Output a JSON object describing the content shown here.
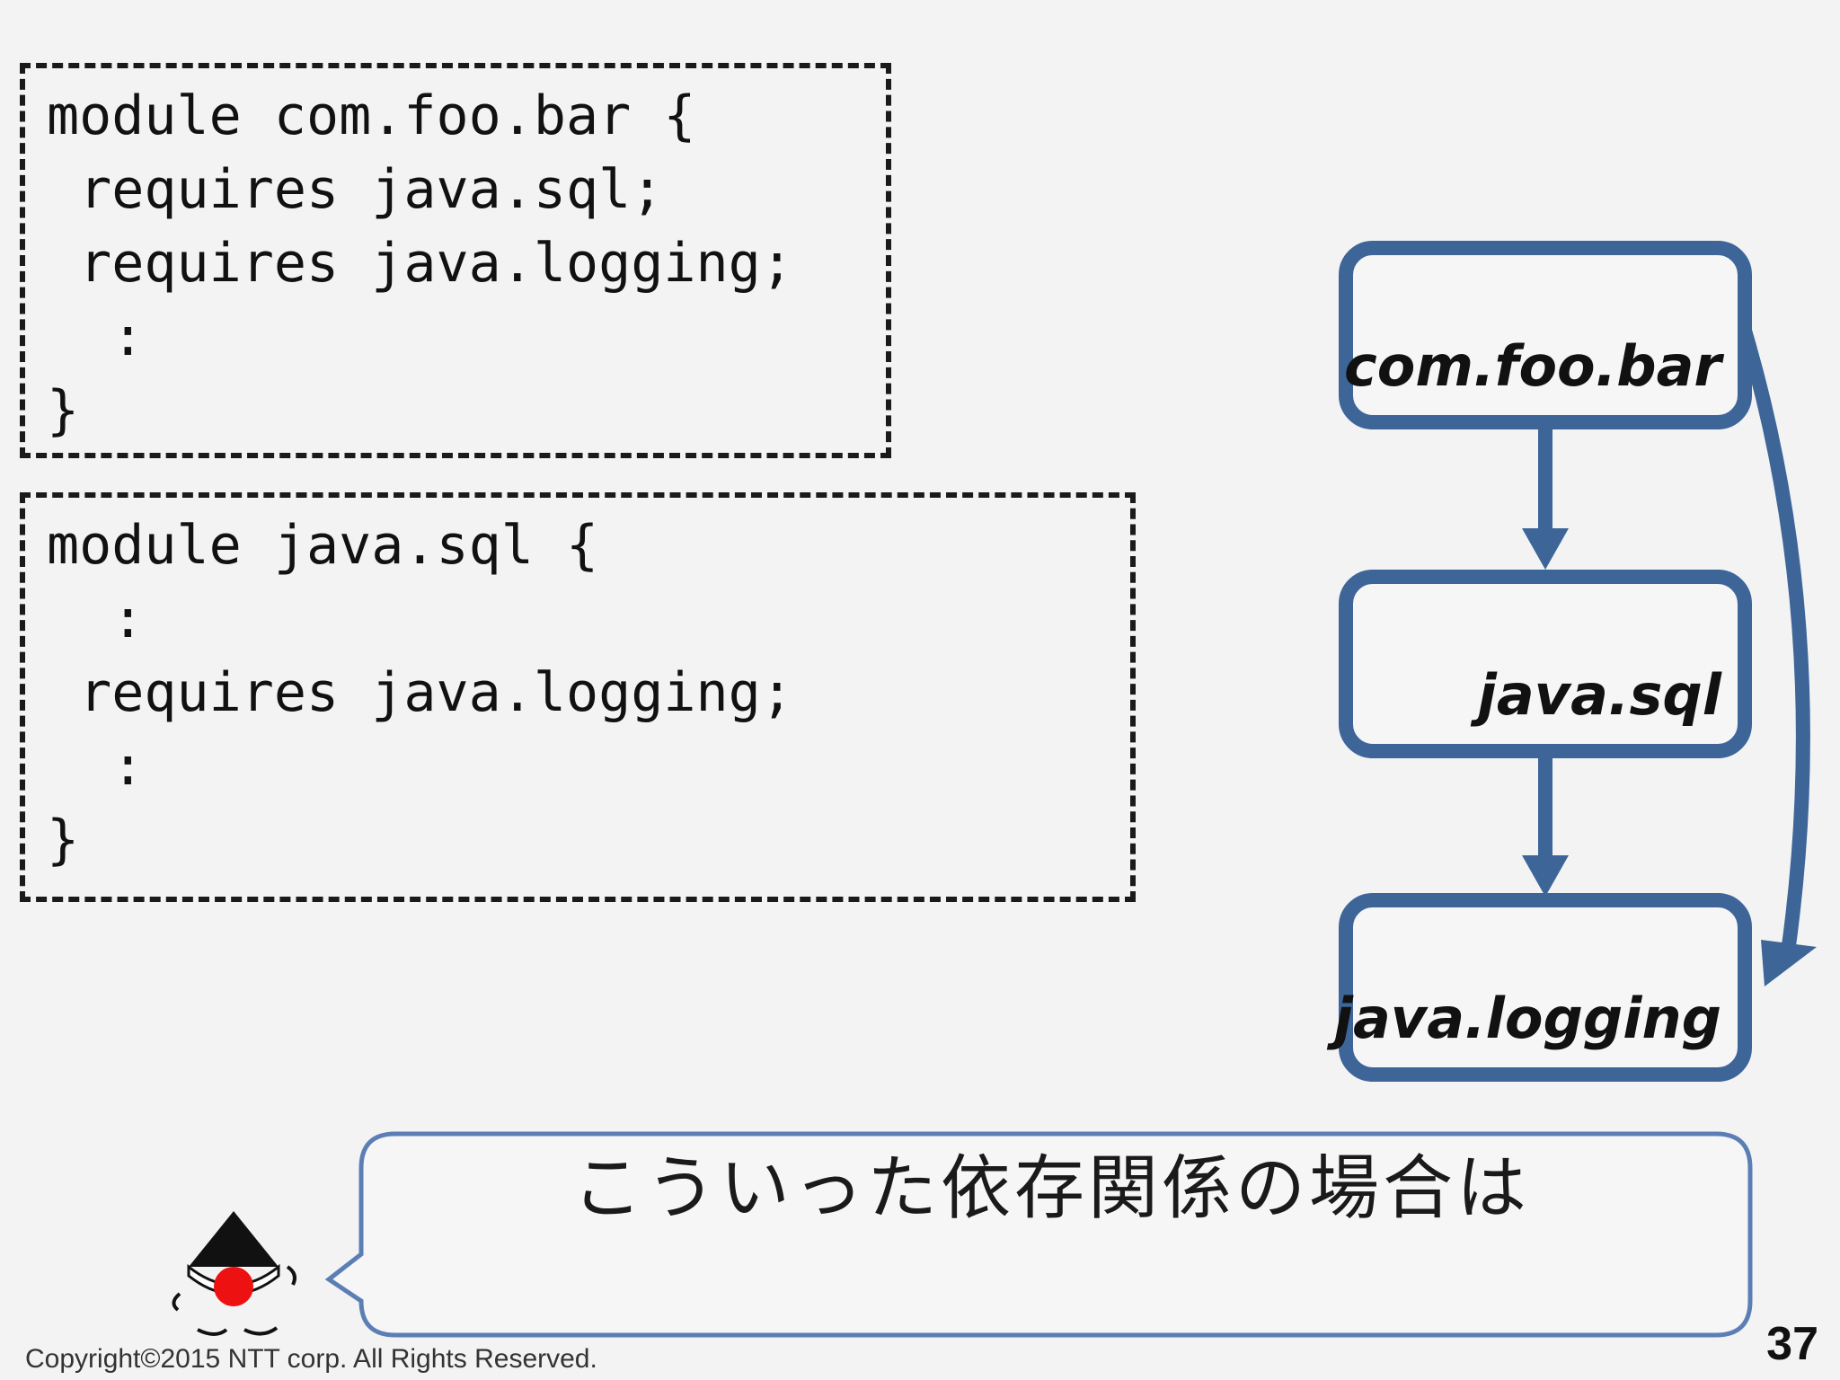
{
  "code_block_1": {
    "lines": [
      "module com.foo.bar {",
      " requires java.sql;",
      " requires java.logging;",
      "  :",
      "}"
    ]
  },
  "code_block_2": {
    "lines": [
      "module java.sql {",
      "  :",
      " requires java.logging;",
      "  :",
      "}"
    ]
  },
  "dependency_graph": {
    "nodes": [
      "com.foo.bar",
      "java.sql",
      "java.logging"
    ],
    "edges": [
      {
        "from": "com.foo.bar",
        "to": "java.sql"
      },
      {
        "from": "java.sql",
        "to": "java.logging"
      },
      {
        "from": "com.foo.bar",
        "to": "java.logging"
      }
    ],
    "color": "#3d6598"
  },
  "speech_bubble": {
    "text": "こういった依存関係の場合は",
    "border_color": "#5b7fb5"
  },
  "footer": {
    "copyright": "Copyright©2015  NTT corp. All Rights Reserved.",
    "page_number": "37"
  }
}
